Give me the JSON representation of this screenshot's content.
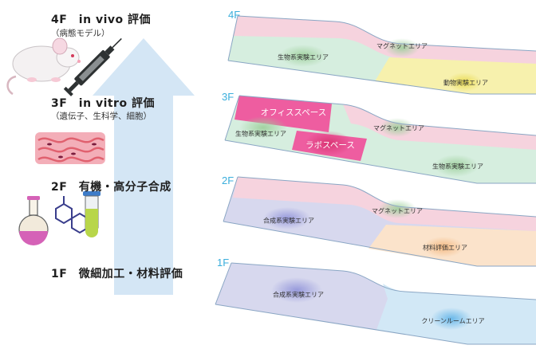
{
  "levels": [
    {
      "title": "4F　in vivo 評価",
      "subtitle": "（病態モデル）"
    },
    {
      "title": "3F　in vitro 評価",
      "subtitle": "（遺伝子、生科学、細胞）"
    },
    {
      "title": "2F　有機・高分子合成"
    },
    {
      "title": "1F　微細加工・材料評価"
    }
  ],
  "floors": [
    {
      "id": "4F",
      "zones": [
        "生物系実験エリア",
        "マグネットエリア",
        "動物実験エリア"
      ]
    },
    {
      "id": "3F",
      "zones": [
        "オフィススペース",
        "マグネットエリア",
        "生物系実験エリア",
        "ラボスペース",
        "生物系実験エリア"
      ]
    },
    {
      "id": "2F",
      "zones": [
        "マグネットエリア",
        "合成系実験エリア",
        "材料評価エリア"
      ]
    },
    {
      "id": "1F",
      "zones": [
        "合成系実験エリア",
        "クリーンルームエリア"
      ]
    }
  ],
  "colors": {
    "floor_id": "#3aaedc",
    "arrow": "#d4e6f5",
    "pink": "#f6d3de",
    "green": "#d6eedf",
    "yellow": "#f7f1ad",
    "hotpink": "#ee5da0",
    "lavender": "#d7d8ee",
    "peach": "#fbe3cb",
    "lightblue": "#d2e8f6"
  },
  "icons": [
    "mouse-icon",
    "syringe-icon",
    "cell-tissue-icon",
    "flask-icon",
    "molecule-icon",
    "test-tube-icon"
  ]
}
